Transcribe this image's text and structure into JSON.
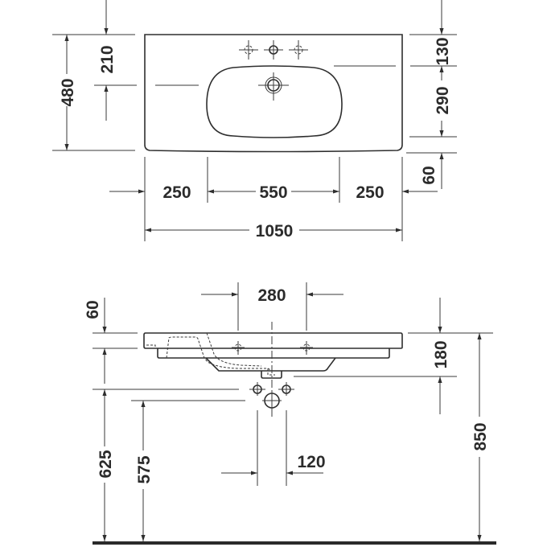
{
  "drawing": {
    "type": "washbasin technical drawing",
    "units": "mm",
    "top_view": {
      "dimensions": {
        "overall_depth": "480",
        "tap_hole_to_back": "210",
        "back_to_bowl": "130",
        "bowl_depth": "290",
        "front_offset": "60",
        "left_deck": "250",
        "bowl_width": "550",
        "right_deck": "250",
        "overall_width": "1050"
      }
    },
    "side_view": {
      "dimensions": {
        "tap_hole_spacing": "280",
        "rim_thickness": "60",
        "basin_height": "180",
        "rim_height": "850",
        "supply_height": "625",
        "waste_height": "575",
        "supply_spacing": "120"
      }
    }
  },
  "colors": {
    "line": "#3a3a3a",
    "text": "#2b2b2b",
    "background": "#ffffff"
  }
}
